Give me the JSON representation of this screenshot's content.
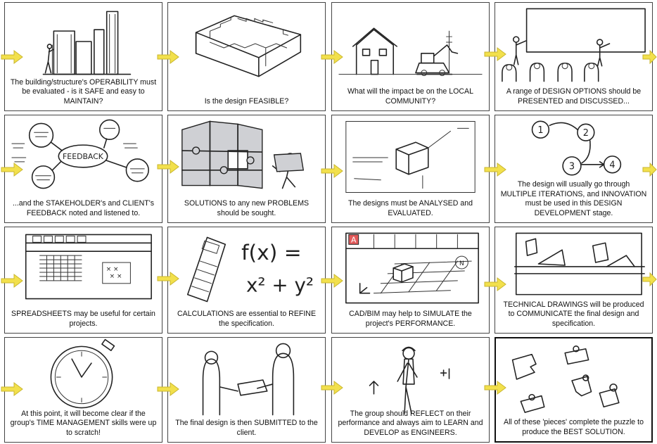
{
  "panels": [
    {
      "icon": "maintenance-buildings-icon",
      "caption": "The building/structure's OPERABILITY must be evaluated - is it SAFE and easy to MAINTAIN?"
    },
    {
      "icon": "impossible-staircase-icon",
      "caption": "Is the design FEASIBLE?"
    },
    {
      "icon": "house-and-digger-icon",
      "caption": "What will the impact be on the LOCAL COMMUNITY?"
    },
    {
      "icon": "presentation-audience-icon",
      "caption": "A range of DESIGN OPTIONS should be PRESENTED and DISCUSSED..."
    },
    {
      "icon": "feedback-mindmap-icon",
      "caption": "...and the STAKEHOLDER's and CLIENT's FEEDBACK noted and listened to."
    },
    {
      "icon": "jigsaw-puzzle-icon",
      "caption": "SOLUTIONS to any new PROBLEMS should be sought."
    },
    {
      "icon": "box-analysis-icon",
      "caption": "The designs must be ANALYSED and EVALUATED."
    },
    {
      "icon": "iteration-cycle-icon",
      "caption": "The design will usually go through MULTIPLE ITERATIONS, and INNOVATION must be used in this DESIGN DEVELOPMENT stage."
    },
    {
      "icon": "spreadsheet-window-icon",
      "caption": "SPREADSHEETS may be useful for certain projects."
    },
    {
      "icon": "calculator-formula-icon",
      "caption": "CALCULATIONS are essential to REFINE the specification."
    },
    {
      "icon": "cad-window-icon",
      "caption": "CAD/BIM may help to SIMULATE the project's PERFORMANCE."
    },
    {
      "icon": "technical-drawing-board-icon",
      "caption": "TECHNICAL DRAWINGS will be produced to COMMUNICATE the final design and specification."
    },
    {
      "icon": "stopwatch-icon",
      "caption": "At this point, it will become clear if the group's TIME MANAGEMENT skills were up to scratch!"
    },
    {
      "icon": "handover-icon",
      "caption": "The final design is then SUBMITTED to the client."
    },
    {
      "icon": "engineer-reflect-icon",
      "caption": "The group should REFLECT on their performance and always aim to LEARN and DEVELOP as ENGINEERS."
    },
    {
      "icon": "puzzle-pieces-icon",
      "caption": "All of these 'pieces' complete the puzzle to produce the BEST SOLUTION."
    }
  ],
  "mindmap": {
    "center_label": "FEEDBACK"
  },
  "iterations": {
    "steps": [
      "1",
      "2",
      "3",
      "4"
    ]
  },
  "formula": {
    "line1": "f(x) =",
    "line2": "x² + y²"
  },
  "cad": {
    "badge": "A",
    "compass": "N"
  },
  "colors": {
    "arrow": "#f2e04c",
    "border": "#444444",
    "puzzle_grey": "#cfd0d4"
  }
}
